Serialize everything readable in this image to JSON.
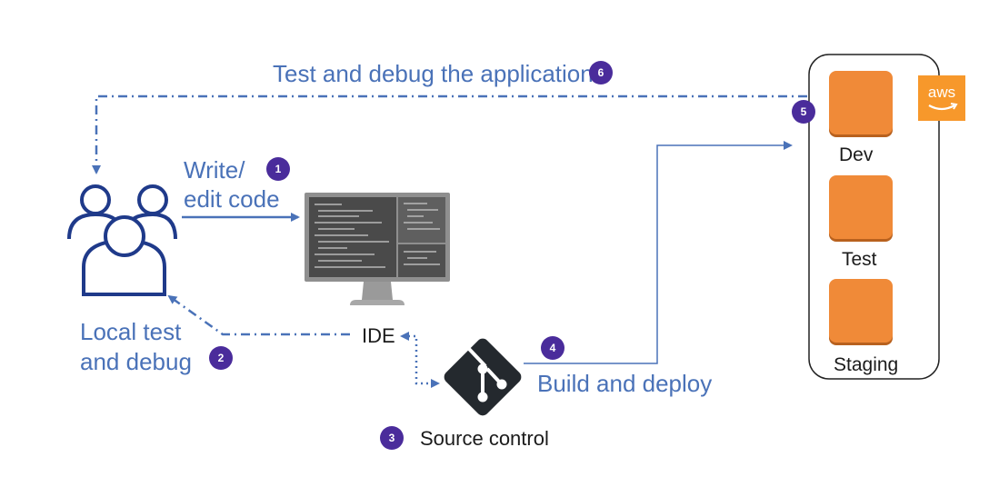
{
  "labels": {
    "write_line1": "Write/",
    "write_line2": "edit code",
    "local_line1": "Local test",
    "local_line2": "and debug",
    "ide": "IDE",
    "build_deploy": "Build and deploy",
    "test_debug_app": "Test and debug the application",
    "source_control": "Source control"
  },
  "badges": {
    "step1": "1",
    "step2": "2",
    "step3": "3",
    "step4": "4",
    "step5": "5",
    "step6": "6"
  },
  "environments": {
    "dev": "Dev",
    "test": "Test",
    "staging": "Staging"
  },
  "aws_logo": {
    "text": "aws",
    "icon": "aws-logo-icon"
  },
  "icons": [
    "users-icon",
    "monitor-icon",
    "git-icon"
  ],
  "colors": {
    "accent_blue": "#4a72b8",
    "badge_purple": "#4a2c9b",
    "env_orange": "#f08a38",
    "aws_orange": "#f7982b",
    "git_dark": "#24292e"
  }
}
